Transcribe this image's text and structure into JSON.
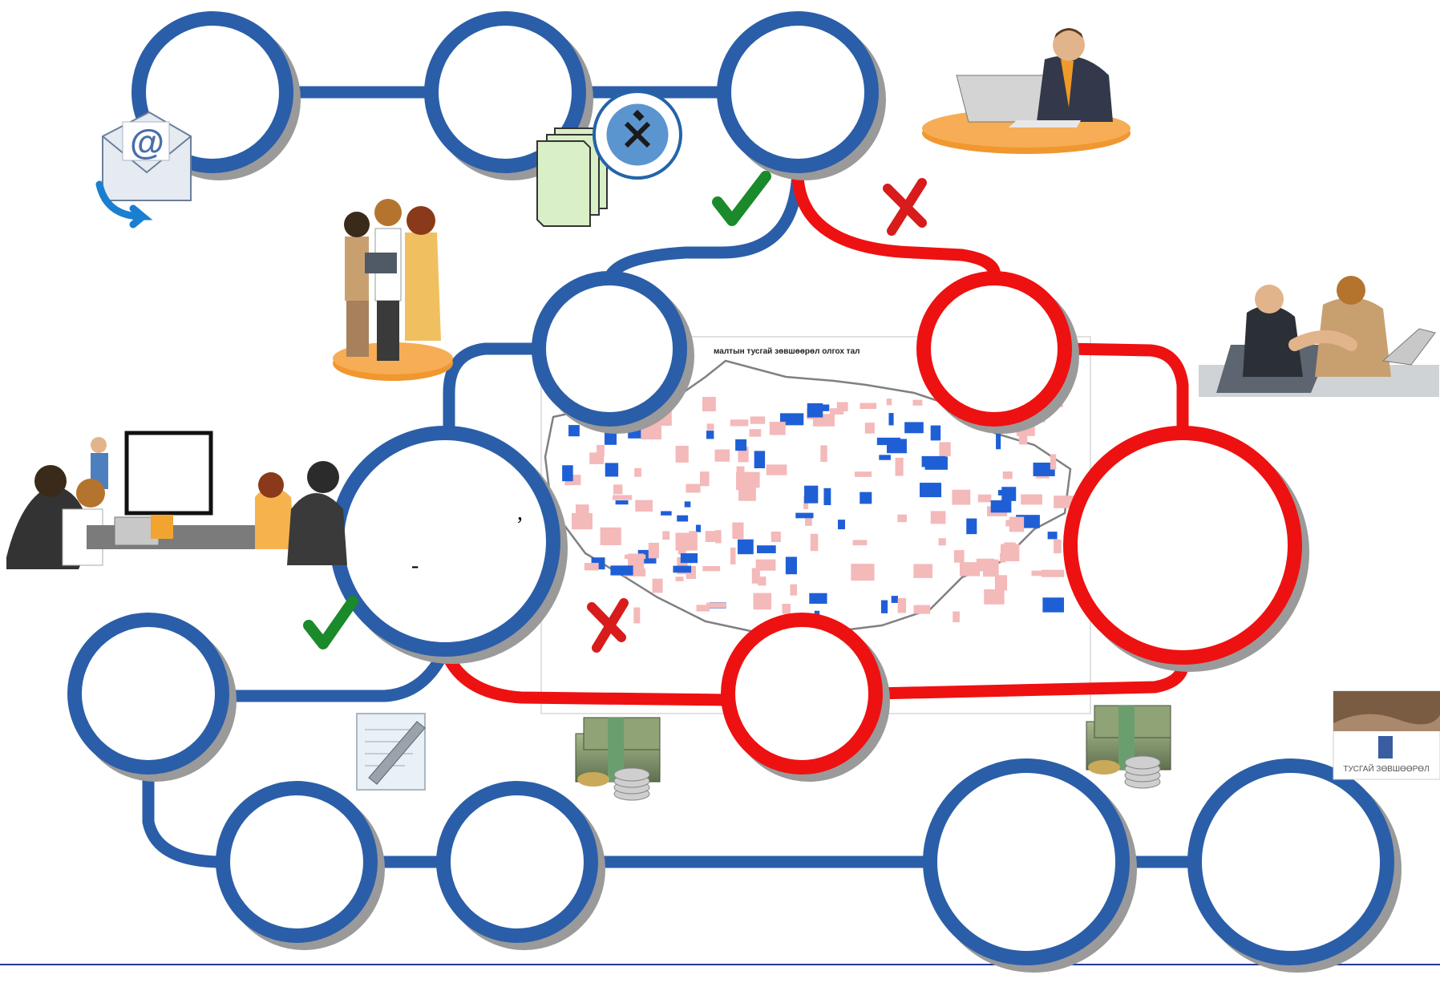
{
  "diagram": {
    "type": "process-flow",
    "map": {
      "title": "малтын тусгай зөвшөөрөл олгох тал"
    },
    "nodes": [
      {
        "id": "n1",
        "tone": "blue",
        "text": ""
      },
      {
        "id": "n2",
        "tone": "blue",
        "text": ""
      },
      {
        "id": "n3",
        "tone": "blue",
        "text": ""
      },
      {
        "id": "n4",
        "tone": "blue",
        "text": ""
      },
      {
        "id": "n5",
        "tone": "red",
        "text": ""
      },
      {
        "id": "n6",
        "tone": "blue",
        "text": ""
      },
      {
        "id": "n7",
        "tone": "red",
        "text": ""
      },
      {
        "id": "n8",
        "tone": "red",
        "text": ""
      },
      {
        "id": "n9",
        "tone": "blue",
        "text": ""
      },
      {
        "id": "n10",
        "tone": "blue",
        "text": ""
      },
      {
        "id": "n11",
        "tone": "blue",
        "text": ""
      },
      {
        "id": "n12",
        "tone": "blue",
        "text": ""
      },
      {
        "id": "n13",
        "tone": "blue",
        "text": ""
      }
    ],
    "node_marks": {
      "comma": ",",
      "dash": "-"
    },
    "decision_marks": [
      {
        "name": "approved",
        "symbol": "✓",
        "color": "#1a8a2a"
      },
      {
        "name": "rejected",
        "symbol": "✗",
        "color": "#d81b1b"
      }
    ],
    "logo_caption": "ТУСГАЙ ЗӨВШӨӨРӨЛ",
    "icons": [
      "email-icon",
      "documents-icon",
      "emblem-icon",
      "businessman-phone-icon",
      "team-icon",
      "meeting-icon",
      "handshake-icon",
      "money-icon",
      "pen-document-icon",
      "map-image",
      "agency-logo-icon"
    ],
    "colors": {
      "blue": "#2b5ea8",
      "red": "#ee1111",
      "shadow": "#9a9a9a",
      "baseline": "#1f3a93"
    }
  }
}
